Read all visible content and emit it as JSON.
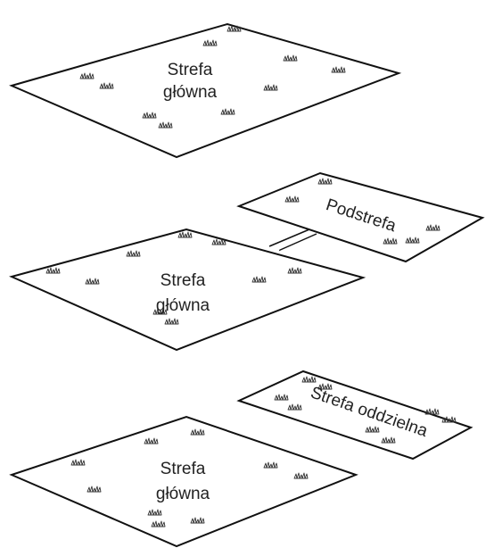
{
  "diagrams": [
    {
      "main_label_line1": "Strefa",
      "main_label_line2": "główna"
    },
    {
      "main_label_line1": "Strefa",
      "main_label_line2": "główna",
      "sub_label": "Podstrefa"
    },
    {
      "main_label_line1": "Strefa",
      "main_label_line2": "główna",
      "separate_label": "Strefa oddzielna"
    }
  ],
  "colors": {
    "stroke": "#111111",
    "background": "#ffffff",
    "grass": "#333333"
  }
}
